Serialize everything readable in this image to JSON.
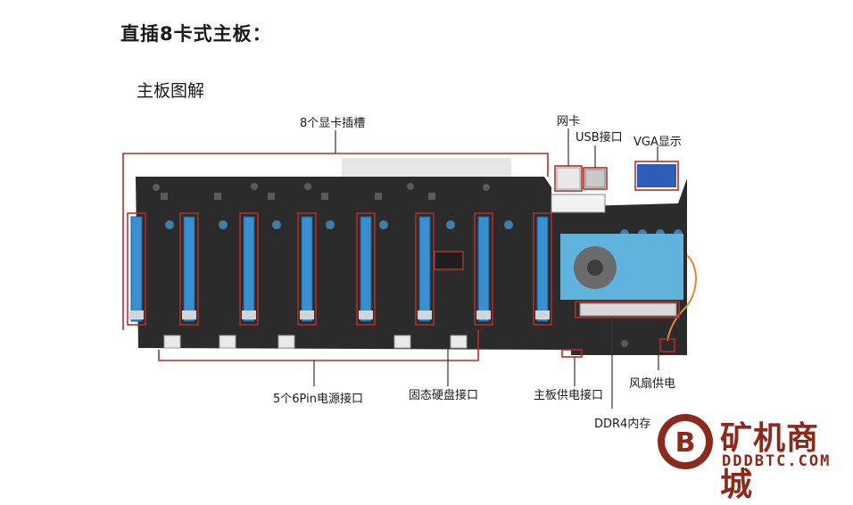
{
  "title": "直插8卡式主板：",
  "subtitle": "主板图解",
  "labels": {
    "gpu_slots": "8个显卡插槽",
    "network": "网卡",
    "usb": "USB接口",
    "vga": "VGA显示",
    "power_6pin": "5个6Pin电源接口",
    "ssd": "固态硬盘接口",
    "board_power": "主板供电接口",
    "fan_power": "风扇供电",
    "ddr4": "DDR4内存"
  },
  "logo": {
    "name": "矿机商城",
    "url": "DDDBTC.COM",
    "badge_icon": "bitcoin-b-icon"
  },
  "colors": {
    "board": "#2b2b2b",
    "slot": "#3a8fd0",
    "annotation": "#b0302a",
    "heatsink": "#5fb3dc",
    "brand": "#8b2a1b"
  }
}
